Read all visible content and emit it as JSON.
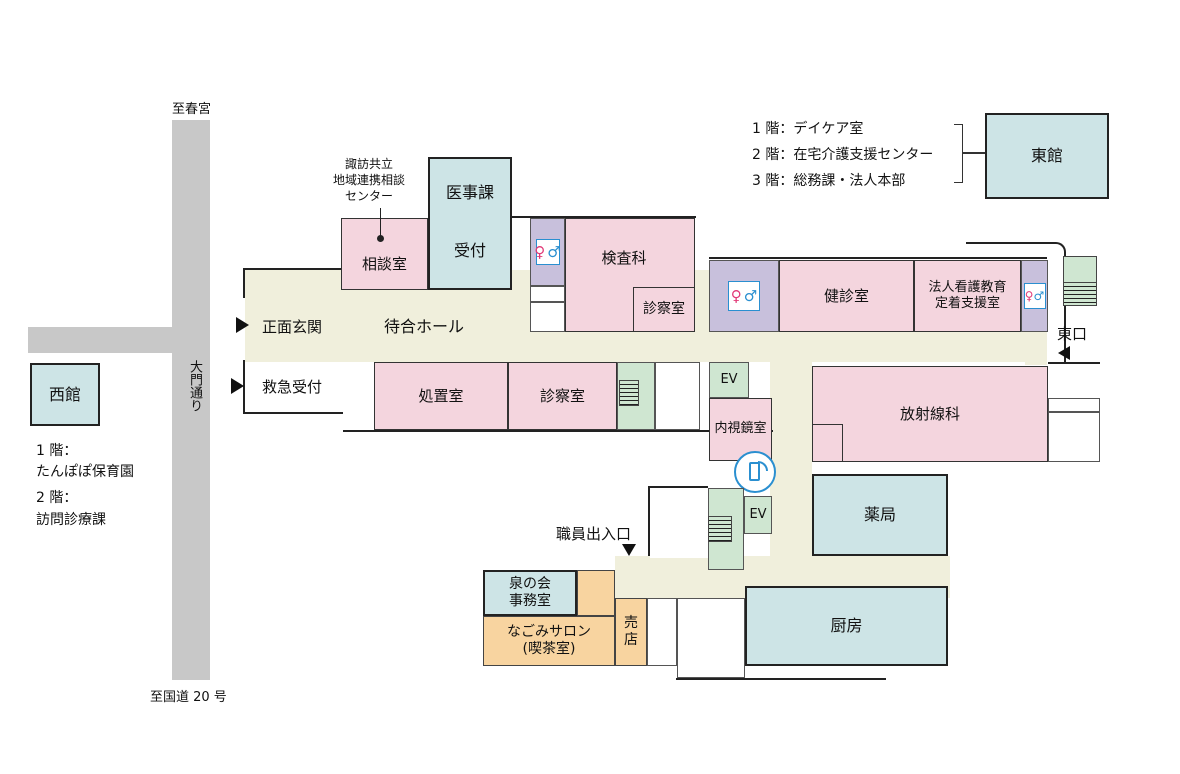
{
  "road": {
    "north_label": "至春宮",
    "south_label": "至国道 20 号",
    "name": "大門通り"
  },
  "west_building": {
    "name": "西館",
    "floor1": "1 階：",
    "floor1_use": "たんぽぽ保育園",
    "floor2": "2 階：",
    "floor2_use": "訪問診療課"
  },
  "east_building": {
    "name": "東館",
    "floors": [
      "1 階：デイケア室",
      "2 階：在宅介護支援センター",
      "3 階：総務課・法人本部"
    ]
  },
  "center_note": [
    "諏訪共立",
    "地域連携相談",
    "センター"
  ],
  "rooms": {
    "soudan": "相談室",
    "ijika": "医事課",
    "uketsuke": "受付",
    "kensa": "検査科",
    "shinsatsu1": "診察室",
    "kenshin": "健診室",
    "houjin": "法人看護教育\n定着支援室",
    "machiai": "待合ホール",
    "shochi": "処置室",
    "shinsatsu2": "診察室",
    "naishikyo": "内視鏡室",
    "houshasen": "放射線科",
    "yakkyoku": "薬局",
    "chubo": "厨房",
    "izumi": "泉の会\n事務室",
    "nagomi": "なごみサロン\n(喫茶室)",
    "baiten": "売\n店",
    "ev": "EV"
  },
  "entrances": {
    "main": "正面玄関",
    "emergency": "救急受付",
    "east": "東口",
    "staff": "職員出入口"
  },
  "colors": {
    "pink": "#f4d5de",
    "blue": "#cde4e6",
    "green": "#cfe6d1",
    "purple": "#c8c0dc",
    "orange": "#f8d4a0",
    "corridor": "#f0efdc",
    "road": "#c8c8c8",
    "nfc_blue": "#2a8fd0"
  },
  "icons": [
    "restroom-icon",
    "nfc-phone-icon",
    "stairs-icon",
    "arrow-icon"
  ]
}
